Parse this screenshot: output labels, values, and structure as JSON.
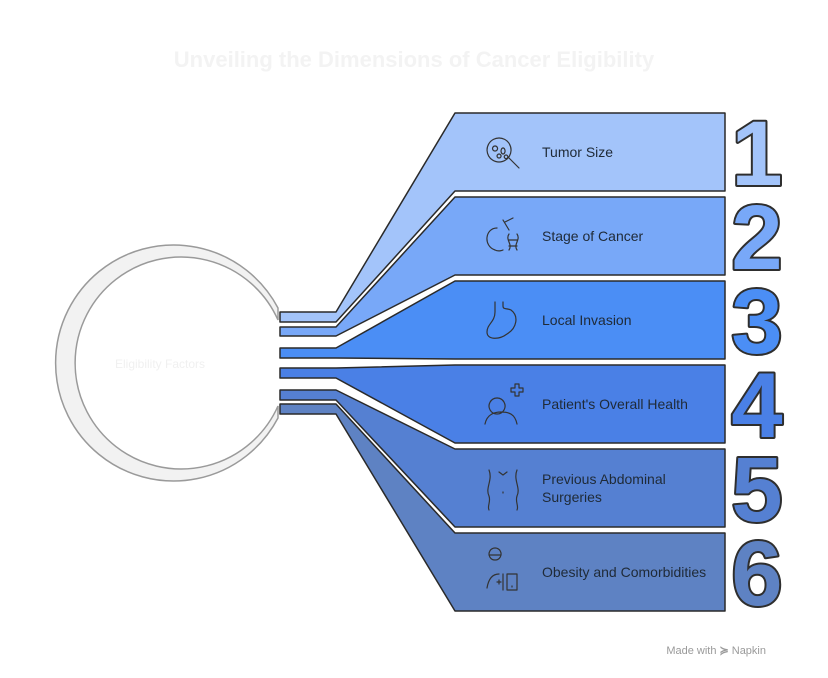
{
  "title": "Unveiling the Dimensions of Cancer Eligibility",
  "hub_label": "Eligibility Factors",
  "factors": [
    {
      "number": "1",
      "label": "Tumor Size",
      "icon": "microscope-cells-icon",
      "color": "#a3c4fa"
    },
    {
      "number": "2",
      "label": "Stage of Cancer",
      "icon": "apple-dna-icon",
      "color": "#78a8f8"
    },
    {
      "number": "3",
      "label": "Local Invasion",
      "icon": "stomach-icon",
      "color": "#4b8ef5"
    },
    {
      "number": "4",
      "label": "Patient's Overall Health",
      "icon": "nurse-cross-icon",
      "color": "#4a80e6"
    },
    {
      "number": "5",
      "label": "Previous Abdominal Surgeries",
      "icon": "torso-icon",
      "color": "#5580d2"
    },
    {
      "number": "6",
      "label": "Obesity and Comorbidities",
      "icon": "scale-person-icon",
      "color": "#5e82c3"
    }
  ],
  "footer": {
    "prefix": "Made with",
    "brand": "Napkin"
  }
}
